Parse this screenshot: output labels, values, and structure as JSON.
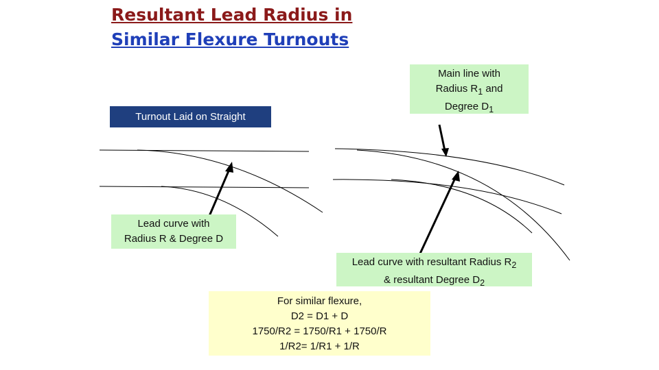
{
  "title": {
    "line1": "Resultant Lead Radius in",
    "line2": "Similar Flexure Turnouts"
  },
  "straight_label": "Turnout Laid on Straight",
  "main_line": {
    "line1": "Main line with",
    "line2_pre": "Radius R",
    "line2_sub": "1",
    "line2_post": " and",
    "line3_pre": "Degree D",
    "line3_sub": "1"
  },
  "lead_curve": {
    "line1": "Lead curve with",
    "line2": "Radius R & Degree D"
  },
  "resultant": {
    "line1_pre": "Lead curve with resultant Radius R",
    "line1_sub": "2",
    "line2_pre": "& resultant Degree D",
    "line2_sub": "2"
  },
  "formula": {
    "line1": "For similar flexure,",
    "line2": "D2 = D1 + D",
    "line3": "1750/R2 = 1750/R1 + 1750/R",
    "line4": "1/R2= 1/R1 + 1/R"
  },
  "colors": {
    "title_line1": "#8b1a1a",
    "title_line2": "#1f3fb8",
    "straight_box": "#1f3f7f",
    "green_box": "#ccf5c5",
    "yellow_box": "#ffffcc"
  }
}
